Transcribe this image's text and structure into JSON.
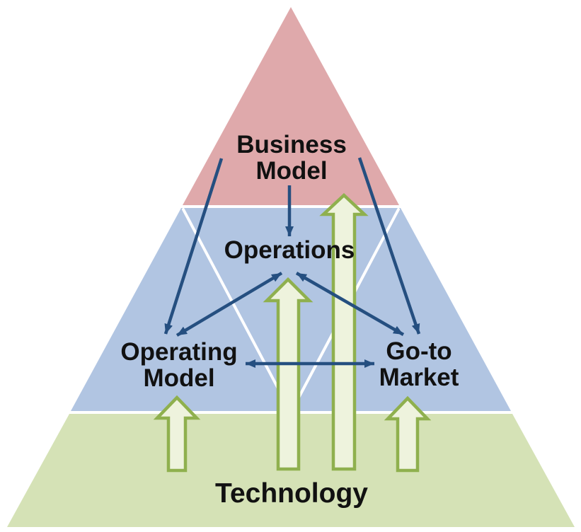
{
  "diagram": {
    "type": "layered-pyramid",
    "labels": {
      "business_line1": "Business",
      "business_line2": "Model",
      "operations": "Operations",
      "operating_line1": "Operating",
      "operating_line2": "Model",
      "gtm_line1": "Go-to",
      "gtm_line2": "Market",
      "technology": "Technology"
    },
    "colors": {
      "business_model_fill": "#dfa9ab",
      "middle_layer_fill": "#b1c5e2",
      "technology_fill": "#d5e2b6",
      "tech_arrow_fill": "#eef3dd",
      "tech_arrow_stroke": "#8fb04e",
      "relation_arrow_stroke": "#254f80",
      "divider_line": "#ffffff",
      "label_text": "#111111",
      "background": "#ffffff"
    },
    "relationships": [
      {
        "from": "Business Model",
        "to": "Operating Model",
        "bidirectional": false,
        "style": "line-arrow"
      },
      {
        "from": "Business Model",
        "to": "Operations",
        "bidirectional": false,
        "style": "line-arrow"
      },
      {
        "from": "Business Model",
        "to": "Go-to Market",
        "bidirectional": false,
        "style": "line-arrow"
      },
      {
        "from": "Operating Model",
        "to": "Operations",
        "bidirectional": true,
        "style": "line-arrow"
      },
      {
        "from": "Operations",
        "to": "Go-to Market",
        "bidirectional": true,
        "style": "line-arrow"
      },
      {
        "from": "Operating Model",
        "to": "Go-to Market",
        "bidirectional": true,
        "style": "line-arrow"
      },
      {
        "from": "Technology",
        "to": "Operating Model",
        "bidirectional": false,
        "style": "block-up-arrow"
      },
      {
        "from": "Technology",
        "to": "Operations",
        "bidirectional": false,
        "style": "block-up-arrow"
      },
      {
        "from": "Technology",
        "to": "Business Model",
        "bidirectional": false,
        "style": "block-up-arrow"
      },
      {
        "from": "Technology",
        "to": "Go-to Market",
        "bidirectional": false,
        "style": "block-up-arrow"
      }
    ]
  }
}
